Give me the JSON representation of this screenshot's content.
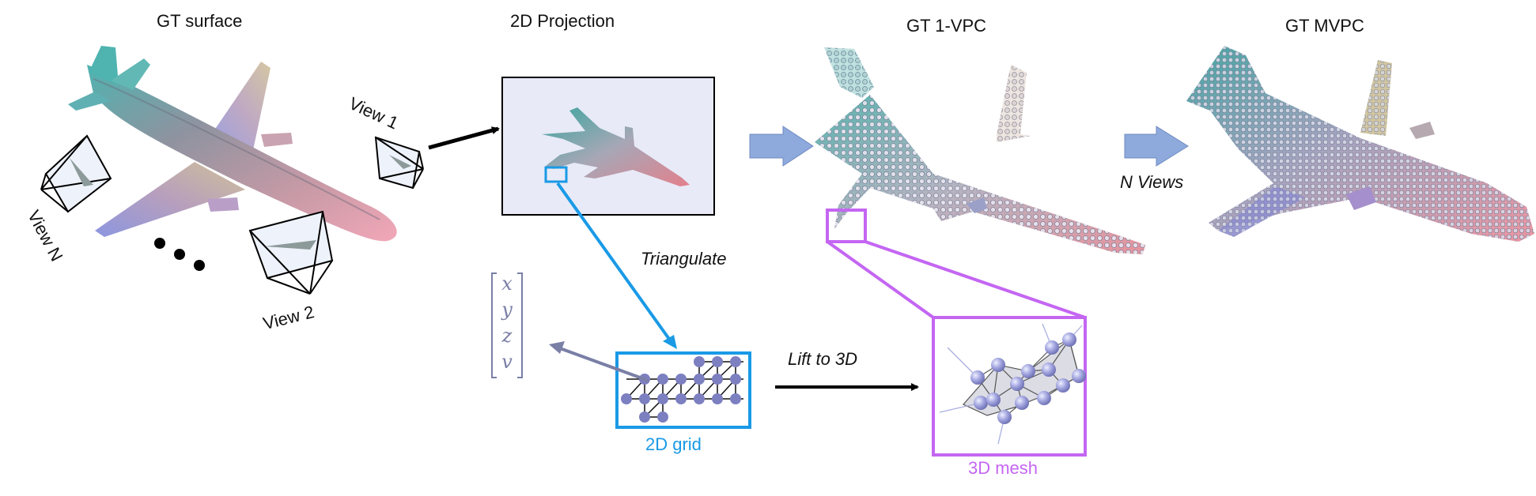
{
  "labels": {
    "gt_surface": "GT surface",
    "projection": "2D Projection",
    "gt_1vpc": "GT 1-VPC",
    "gt_mvpc": "GT MVPC",
    "view1": "View 1",
    "view2": "View 2",
    "viewN": "View N",
    "n_views": "N Views",
    "triangulate": "Triangulate",
    "lift": "Lift to 3D",
    "grid2d": "2D grid",
    "mesh3d": "3D mesh"
  },
  "vector": [
    "x",
    "y",
    "z",
    "v"
  ],
  "colors": {
    "blue": "#1a9ae6",
    "violet": "#c466f2",
    "flow_arrow": "#8ea9dc",
    "vector_arrow": "#7a7fa6",
    "sphere": "#9a9ad8"
  }
}
